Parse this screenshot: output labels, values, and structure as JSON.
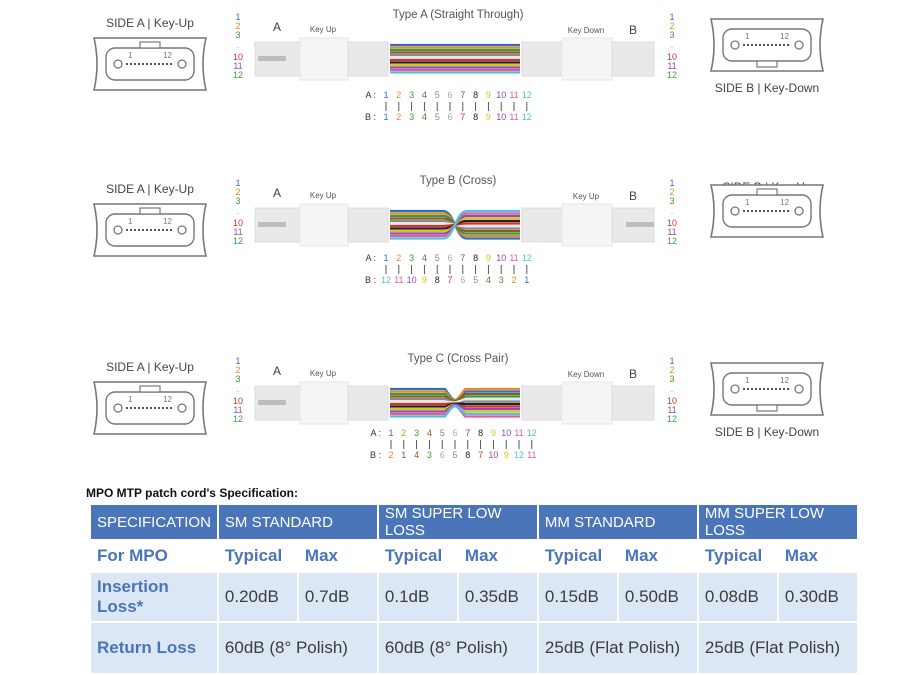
{
  "diagrams": [
    {
      "title": "Type A (Straight Through)",
      "left_side": "SIDE A | Key-Up",
      "right_side": "SIDE B | Key-Down",
      "end_left": "A",
      "end_right": "B",
      "key_left": "Key Up",
      "key_right": "Key Down",
      "crossing": "straight",
      "connector_right_orientation": "down",
      "row_a_label": "A :",
      "row_b_label": "B :",
      "row_a": [
        "1",
        "2",
        "3",
        "4",
        "5",
        "6",
        "7",
        "8",
        "9",
        "10",
        "11",
        "12"
      ],
      "row_b": [
        "1",
        "2",
        "3",
        "4",
        "5",
        "6",
        "7",
        "8",
        "9",
        "10",
        "11",
        "12"
      ],
      "left_fibers": [
        "1",
        "2",
        "3",
        "10",
        "11",
        "12"
      ],
      "right_fibers": [
        "1",
        "2",
        "3",
        "10",
        "11",
        "12"
      ]
    },
    {
      "title": "Type B (Cross)",
      "left_side": "SIDE A | Key-Up",
      "right_side": "SIDE B | Key-Up",
      "end_left": "A",
      "end_right": "B",
      "key_left": "Key Up",
      "key_right": "Key Up",
      "crossing": "cross",
      "connector_right_orientation": "up",
      "row_a_label": "A :",
      "row_b_label": "B :",
      "row_a": [
        "1",
        "2",
        "3",
        "4",
        "5",
        "6",
        "7",
        "8",
        "9",
        "10",
        "11",
        "12"
      ],
      "row_b": [
        "12",
        "11",
        "10",
        "9",
        "8",
        "7",
        "6",
        "5",
        "4",
        "3",
        "2",
        "1"
      ],
      "left_fibers": [
        "1",
        "2",
        "3",
        "10",
        "11",
        "12"
      ],
      "right_fibers": [
        "1",
        "2",
        "3",
        "10",
        "11",
        "12"
      ]
    },
    {
      "title": "Type C (Cross Pair)",
      "left_side": "SIDE A | Key-Up",
      "right_side": "SIDE B | Key-Down",
      "end_left": "A",
      "end_right": "B",
      "key_left": "Key Up",
      "key_right": "Key Down",
      "crossing": "pair",
      "connector_right_orientation": "down",
      "row_a_label": "A :",
      "row_b_label": "B :",
      "row_a": [
        "1",
        "2",
        "3",
        "4",
        "5",
        "6",
        "7",
        "8",
        "9",
        "10",
        "11",
        "12"
      ],
      "row_b": [
        "2",
        "1",
        "4",
        "3",
        "6",
        "5",
        "8",
        "7",
        "10",
        "9",
        "12",
        "11"
      ],
      "left_fibers": [
        "1",
        "2",
        "3",
        "10",
        "11",
        "12"
      ],
      "right_fibers": [
        "1",
        "2",
        "3",
        "10",
        "11",
        "12"
      ]
    }
  ],
  "connector_pins": {
    "first": "1",
    "last": "12"
  },
  "fiber_colors": [
    "#2e6fc4",
    "#e8892a",
    "#3a9a3a",
    "#8a5a2b",
    "#8a8a8a",
    "#e8e8e8",
    "#d63030",
    "#222222",
    "#d8c21a",
    "#8a4fb5",
    "#e85a9a",
    "#4fc3d8"
  ],
  "spec": {
    "title": "MPO MTP patch cord's Specification:",
    "headers": [
      "SPECIFICATION",
      "SM STANDARD",
      "SM SUPER LOW LOSS",
      "MM STANDARD",
      "MM SUPER LOW LOSS"
    ],
    "sub_label": "For MPO",
    "sub": [
      "Typical",
      "Max",
      "Typical",
      "Max",
      "Typical",
      "Max",
      "Typical",
      "Max"
    ],
    "rows": [
      {
        "label": "Insertion Loss*",
        "values": [
          "0.20dB",
          "0.7dB",
          "0.1dB",
          "0.35dB",
          "0.15dB",
          "0.50dB",
          "0.08dB",
          "0.30dB"
        ]
      },
      {
        "label": "Return Loss",
        "values": [
          "60dB (8° Polish)",
          "60dB (8° Polish)",
          "25dB (Flat Polish)",
          "25dB (Flat Polish)"
        ]
      }
    ]
  }
}
